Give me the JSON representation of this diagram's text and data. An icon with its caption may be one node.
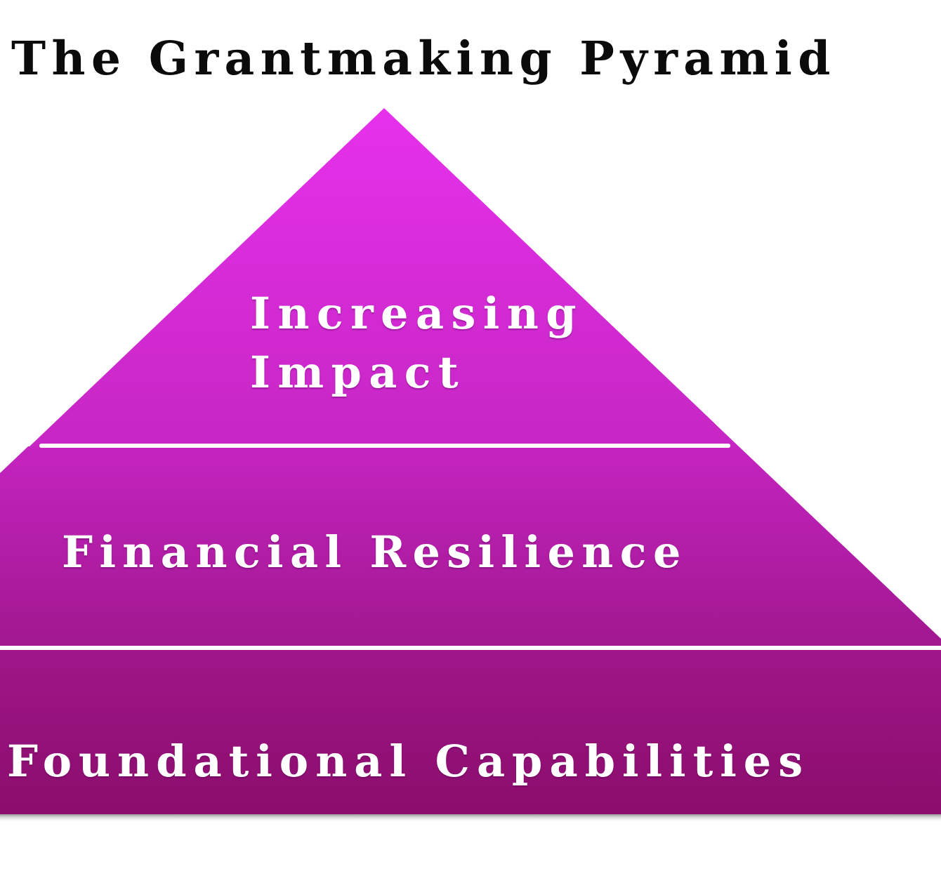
{
  "diagram": {
    "title": "The Grantmaking Pyramid",
    "nodes": [
      {
        "text": [
          "Increasing Impact"
        ]
      },
      {
        "text": [
          "Financial Resilience"
        ]
      },
      {
        "text": [
          "Foundational Capabilities"
        ]
      }
    ]
  }
}
